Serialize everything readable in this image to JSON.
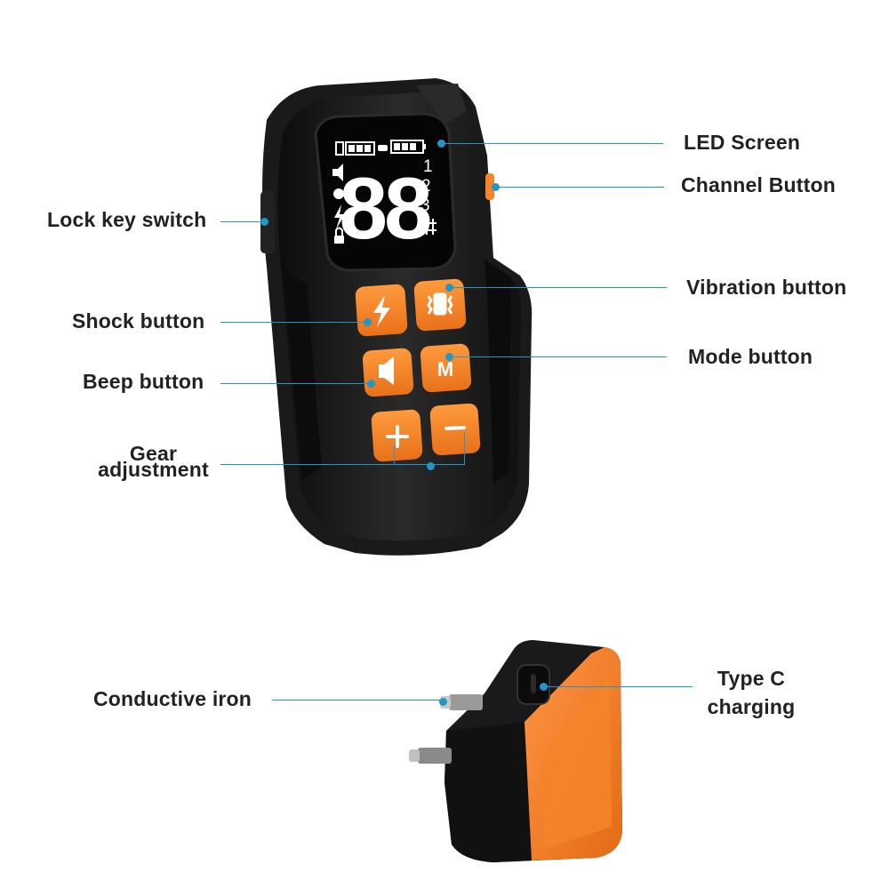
{
  "labels": {
    "led_screen": "LED Screen",
    "channel_button": "Channel Button",
    "lock_key_switch": "Lock key switch",
    "vibration_button": "Vibration button",
    "shock_button": "Shock button",
    "mode_button": "Mode button",
    "beep_button": "Beep button",
    "gear_adjustment_line1": "Gear",
    "gear_adjustment_line2": "adjustment",
    "conductive_iron": "Conductive iron",
    "type_c_line1": "Type C",
    "type_c_line2": "charging"
  },
  "screen": {
    "digits": "88",
    "levels": [
      "1",
      "2",
      "3"
    ]
  },
  "buttons": {
    "mode_letter": "M"
  },
  "colors": {
    "accent_orange": "#f5842a",
    "callout_blue": "#2196c9",
    "body_black": "#1b1b1b",
    "label_text": "#222222"
  },
  "icons": [
    "shock-icon",
    "vibration-icon",
    "beep-icon",
    "mode-icon",
    "plus-icon",
    "minus-icon",
    "battery-icon",
    "lock-icon"
  ]
}
